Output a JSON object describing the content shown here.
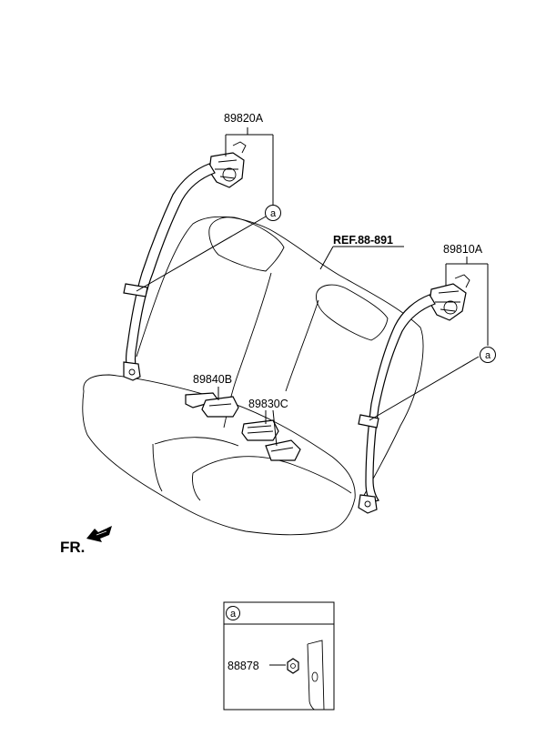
{
  "callouts": {
    "retractor_left": "89820A",
    "retractor_right": "89810A",
    "buckle_left": "89840B",
    "buckle_center": "89830C",
    "reference": "REF.88-891",
    "detail_nut": "88878"
  },
  "markers": {
    "circle_letter": "a"
  },
  "direction": {
    "front_label": "FR."
  },
  "detail_box": {
    "header_letter": "a"
  }
}
